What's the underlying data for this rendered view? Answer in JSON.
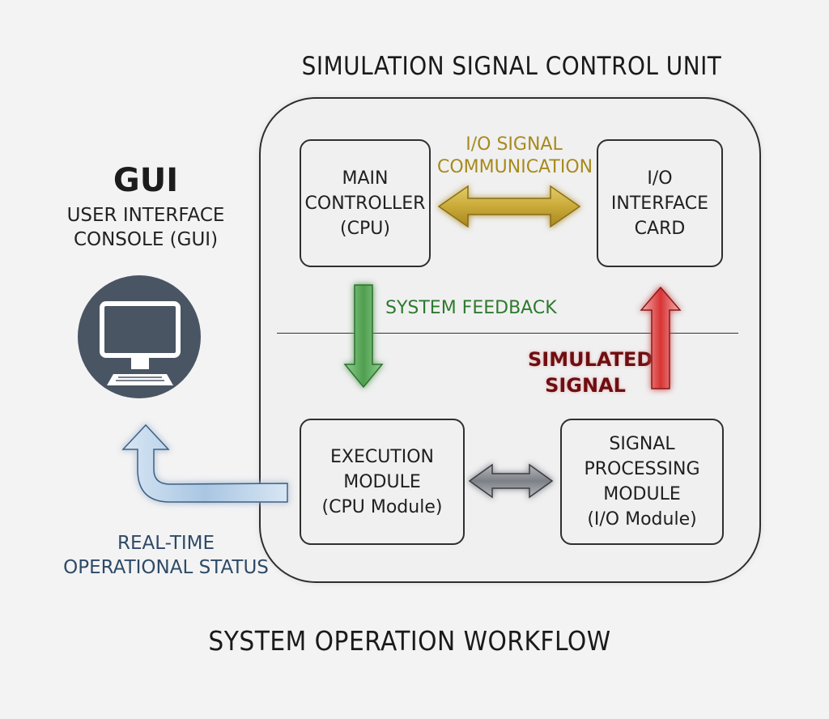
{
  "titles": {
    "top": "SIMULATION SIGNAL CONTROL UNIT",
    "bottom": "SYSTEM OPERATION WORKFLOW"
  },
  "gui": {
    "title": "GUI",
    "subtitle": "USER INTERFACE\nCONSOLE (GUI)"
  },
  "modules": {
    "main_controller": "MAIN\nCONTROLLER\n(CPU)",
    "io_card": "I/O\nINTERFACE\nCARD",
    "execution": "EXECUTION\nMODULE\n(CPU Module)",
    "signal_processing": "SIGNAL\nPROCESSING\nMODULE\n(I/O Module)"
  },
  "labels": {
    "io_comm": "I/O SIGNAL\nCOMMUNICATION",
    "feedback": "SYSTEM FEEDBACK",
    "simulated": "SIMULATED\nSIGNAL",
    "status": "REAL-TIME\nOPERATIONAL STATUS"
  },
  "colors": {
    "io_arrow": "#c9a938",
    "feedback_arrow": "#5aa85a",
    "simulated_arrow": "#e04848",
    "module_link_arrow": "#8a8d92",
    "status_arrow": "#b7cfe6",
    "gui_circle": "#4a5563"
  },
  "icons": {
    "gui_icon": "desktop-computer-icon"
  }
}
